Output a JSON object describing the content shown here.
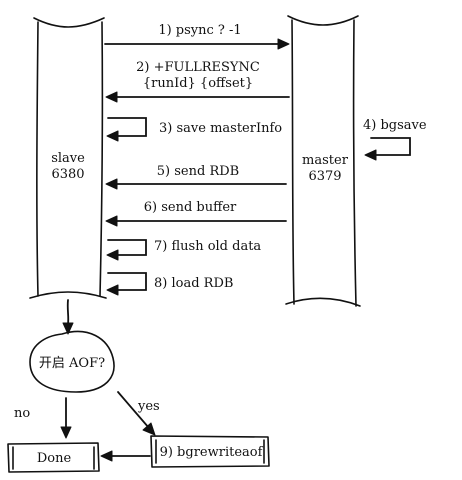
{
  "nodes": {
    "slave": {
      "line1": "slave",
      "line2": "6380"
    },
    "master": {
      "line1": "master",
      "line2": "6379"
    },
    "decision": {
      "label": "开启 AOF?"
    },
    "done": {
      "label": "Done"
    },
    "bgrewriteaof": {
      "label": "9) bgrewriteaof"
    }
  },
  "steps": {
    "s1": "1) psync ? -1",
    "s2_line1": "2) +FULLRESYNC",
    "s2_line2": "{runId} {offset}",
    "s3": "3) save masterInfo",
    "s4": "4) bgsave",
    "s5": "5) send RDB",
    "s6": "6) send buffer",
    "s7": "7) flush old data",
    "s8": "8) load RDB"
  },
  "branches": {
    "no": "no",
    "yes": "yes"
  },
  "colors": {
    "ink": "#111111",
    "background": "#ffffff"
  }
}
